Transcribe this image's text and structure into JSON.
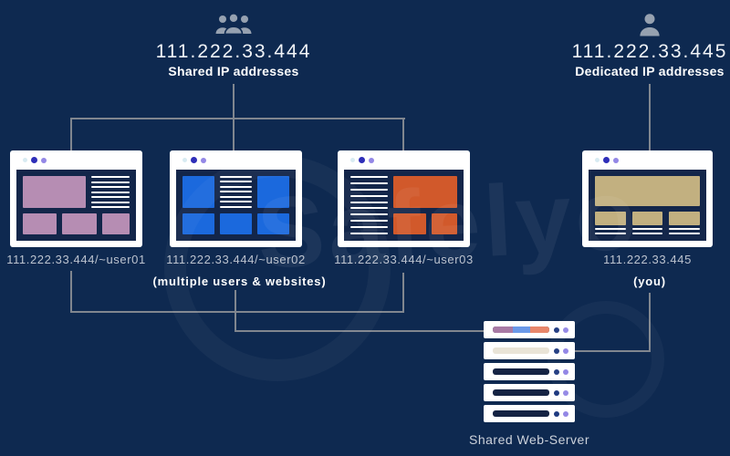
{
  "watermark": {
    "text": "Safelyo"
  },
  "shared_group": {
    "ip": "111.222.33.444",
    "label": "Shared IP addresses"
  },
  "dedicated_group": {
    "ip": "111.222.33.445",
    "label": "Dedicated IP addresses"
  },
  "browsers": [
    {
      "label": "111.222.33.444/~user01",
      "theme": "mauve"
    },
    {
      "label": "111.222.33.444/~user02",
      "theme": "blue"
    },
    {
      "label": "111.222.33.444/~user03",
      "theme": "orange"
    },
    {
      "label": "111.222.33.445",
      "theme": "tan"
    }
  ],
  "captions": {
    "multiple_users": "(multiple users & websites)",
    "you": "(you)"
  },
  "server": {
    "label": "Shared Web-Server",
    "unit_count": 5
  },
  "colors": {
    "background": "#0e2950",
    "line": "#80868f",
    "window_frame": "#ffffff",
    "window_content_bg": "#13264a",
    "site1_accent": "#b68db3",
    "site2_accent": "#1b69dd",
    "site3_accent": "#d1592b",
    "site4_accent": "#c2b080",
    "server_slot_dark": "#152343",
    "server_slot_cream": "#e9e4d7",
    "server_seg_mauve": "#a87aa5",
    "server_seg_blue": "#6b99e8",
    "server_seg_salmon": "#e8876b",
    "server_dot_navy": "#1f3a80",
    "dot_pale": "#d8ebf2",
    "dot_indigo": "#2e2eb8",
    "dot_purple": "#9387e6",
    "icon_gray": "#96a1b0",
    "label_gray": "#bcc3cf"
  }
}
